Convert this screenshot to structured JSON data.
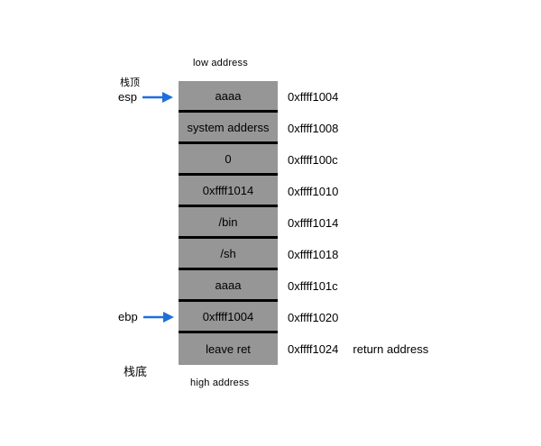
{
  "labels": {
    "low_address": "low address",
    "high_address": "high address",
    "stack_top": "栈顶",
    "stack_bottom": "栈底",
    "esp": "esp",
    "ebp": "ebp",
    "return_address_note": "return address"
  },
  "stack": {
    "cells": [
      {
        "value": "aaaa",
        "address": "0xffff1004"
      },
      {
        "value": "system adderss",
        "address": "0xffff1008"
      },
      {
        "value": "0",
        "address": "0xffff100c"
      },
      {
        "value": "0xffff1014",
        "address": "0xffff1010"
      },
      {
        "value": "/bin",
        "address": "0xffff1014"
      },
      {
        "value": "/sh",
        "address": "0xffff1018"
      },
      {
        "value": "aaaa",
        "address": "0xffff101c"
      },
      {
        "value": "0xffff1004",
        "address": "0xffff1020"
      },
      {
        "value": "leave ret",
        "address": "0xffff1024"
      }
    ]
  },
  "colors": {
    "cell_fill": "#969696",
    "arrow": "#1e6fdb",
    "border": "#000000"
  }
}
